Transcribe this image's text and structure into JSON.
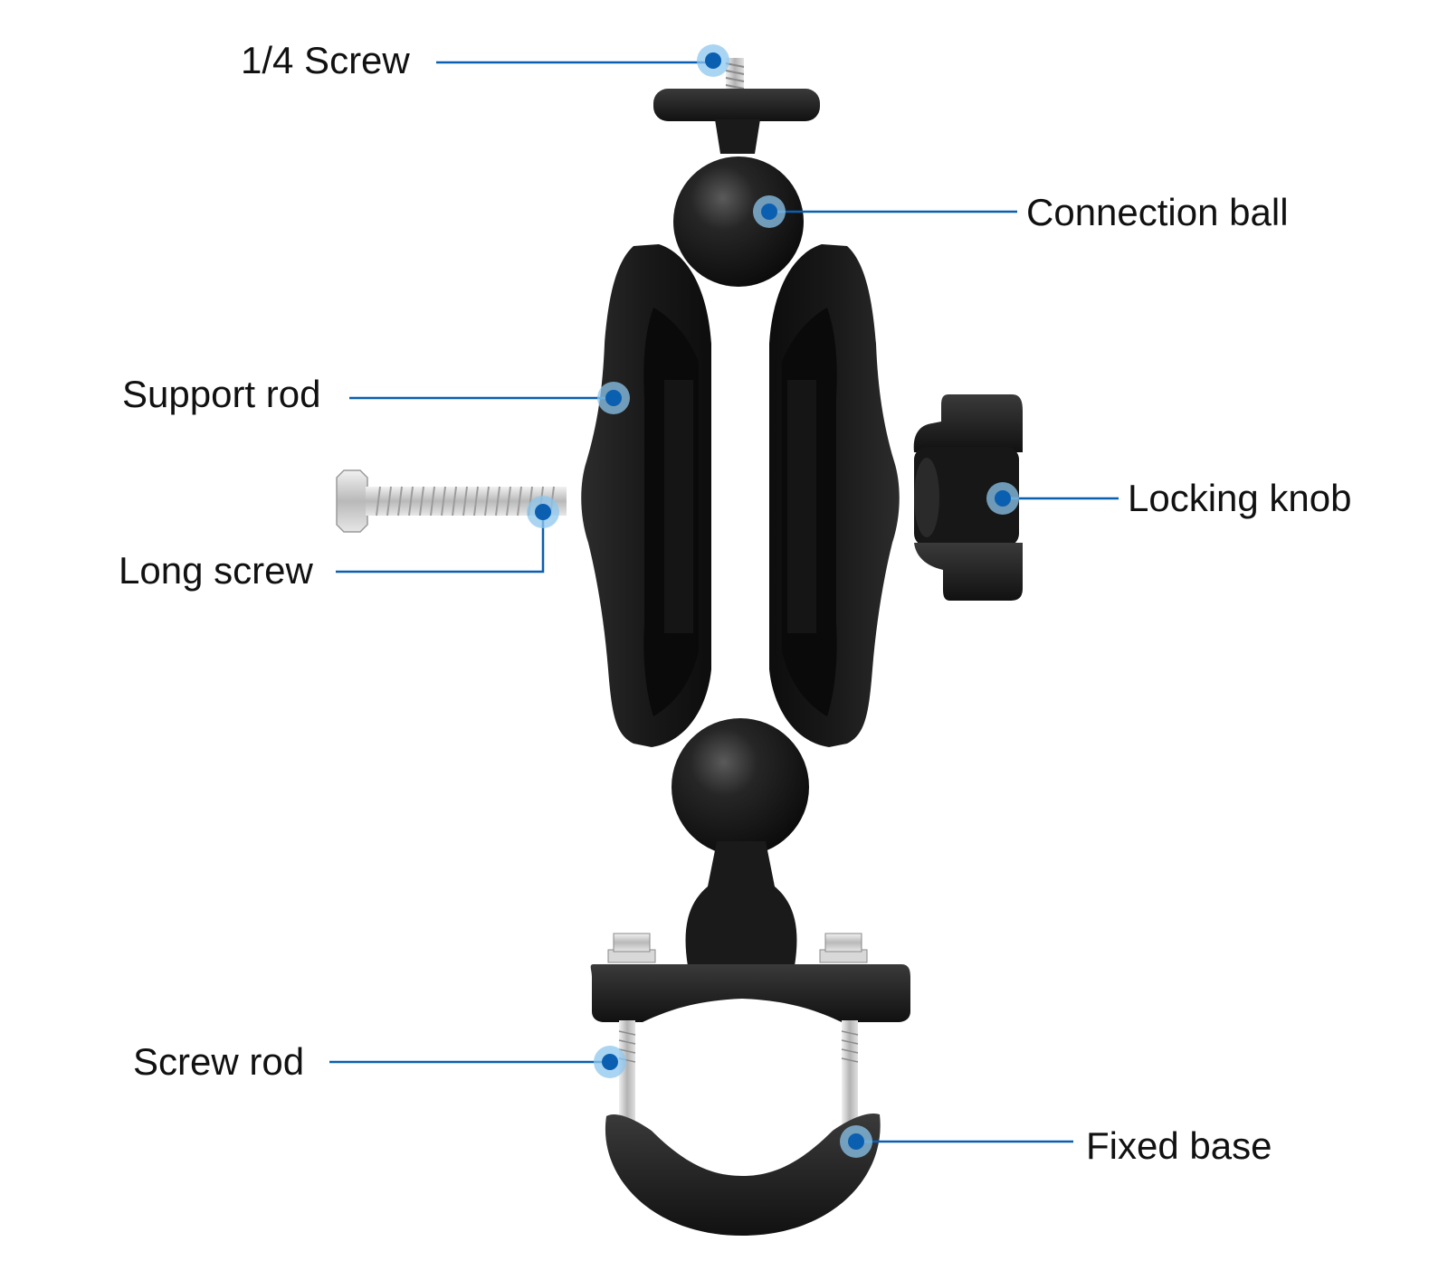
{
  "diagram": {
    "accent_color": "#0a5fb0",
    "callout_halo_color": "#8ec7ee",
    "part_color": "#1b1b1b",
    "metal_color": "#c8c8c8",
    "labels": {
      "screw_14": "1/4 Screw",
      "connection_ball": "Connection ball",
      "support_rod": "Support rod",
      "locking_knob": "Locking knob",
      "long_screw": "Long screw",
      "screw_rod": "Screw rod",
      "fixed_base": "Fixed base"
    }
  }
}
